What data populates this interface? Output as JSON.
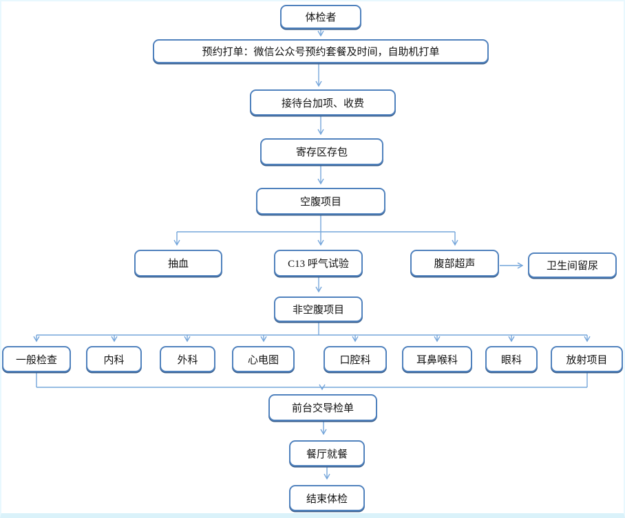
{
  "flowchart": {
    "nodes": {
      "examinee": {
        "label": "体检者"
      },
      "booking": {
        "label": "预约打单：微信公众号预约套餐及时间，自助机打单"
      },
      "reception": {
        "label": "接待台加项、收费"
      },
      "locker": {
        "label": "寄存区存包"
      },
      "fasting": {
        "label": "空腹项目"
      },
      "blood": {
        "label": "抽血"
      },
      "c13": {
        "label": "C13 呼气试验"
      },
      "ultrasound": {
        "label": "腹部超声"
      },
      "urine": {
        "label": "卫生间留尿"
      },
      "nonfasting": {
        "label": "非空腹项目"
      },
      "general": {
        "label": "一般检查"
      },
      "internal": {
        "label": "内科"
      },
      "surgery": {
        "label": "外科"
      },
      "ecg": {
        "label": "心电图"
      },
      "dental": {
        "label": "口腔科"
      },
      "ent": {
        "label": "耳鼻喉科"
      },
      "eye": {
        "label": "眼科"
      },
      "radiology": {
        "label": "放射项目"
      },
      "guide": {
        "label": "前台交导检单"
      },
      "dining": {
        "label": "餐厅就餐"
      },
      "end": {
        "label": "结束体检"
      }
    },
    "colors": {
      "background": "#ffffff",
      "box_border": "#4f81bd",
      "box_border_shadow": "#385d8a",
      "arrow": "#74a5da",
      "text": "#111111",
      "frame_edge": "#e8f8fe",
      "frame_bottom": "#daf2fa"
    }
  }
}
